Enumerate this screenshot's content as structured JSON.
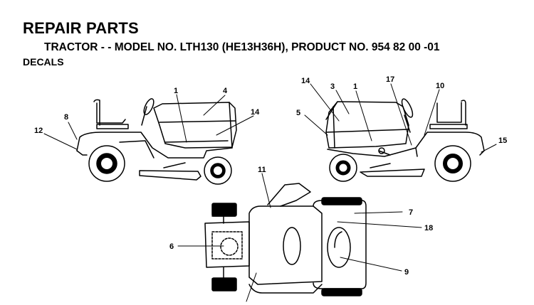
{
  "header": {
    "title": "REPAIR PARTS",
    "subtitle": "TRACTOR - - MODEL NO. LTH130 (HE13H36H),   PRODUCT NO. 954 82 00 -01",
    "section": "DECALS"
  },
  "callouts": {
    "left_view": [
      "1",
      "4",
      "8",
      "12",
      "14"
    ],
    "right_view": [
      "14",
      "3",
      "1",
      "17",
      "10",
      "5",
      "15"
    ],
    "top_view": [
      "11",
      "7",
      "18",
      "6",
      "9"
    ]
  }
}
